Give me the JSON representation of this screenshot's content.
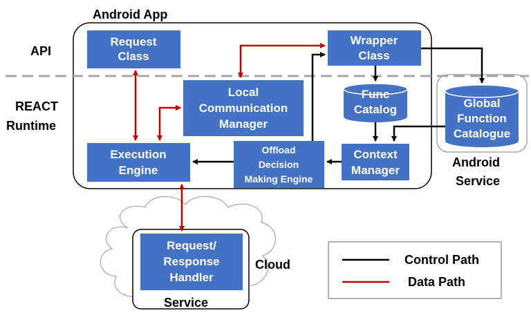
{
  "labels": {
    "android_app": "Android App",
    "api": "API",
    "react_line1": "REACT",
    "react_line2": "Runtime",
    "android_service_line1": "Android",
    "android_service_line2": "Service",
    "cloud": "Cloud",
    "service": "Service"
  },
  "boxes": {
    "request_class": [
      "Request",
      "Class"
    ],
    "wrapper_class": [
      "Wrapper",
      "Class"
    ],
    "local_comm": [
      "Local",
      "Communication",
      "Manager"
    ],
    "func_catalog": [
      "Func",
      "Catalog"
    ],
    "global_catalogue": [
      "Global",
      "Function",
      "Catalogue"
    ],
    "execution_engine": [
      "Execution",
      "Engine"
    ],
    "offload": [
      "Offload",
      "Decision",
      "Making Engine"
    ],
    "context_manager": [
      "Context",
      "Manager"
    ],
    "handler": [
      "Request/",
      "Response",
      "Handler"
    ]
  },
  "legend": {
    "control": "Control Path",
    "data": "Data Path"
  },
  "colors": {
    "box": "#4472c4",
    "control": "#000000",
    "data": "#c00000",
    "dashed": "#a6a6a6"
  }
}
